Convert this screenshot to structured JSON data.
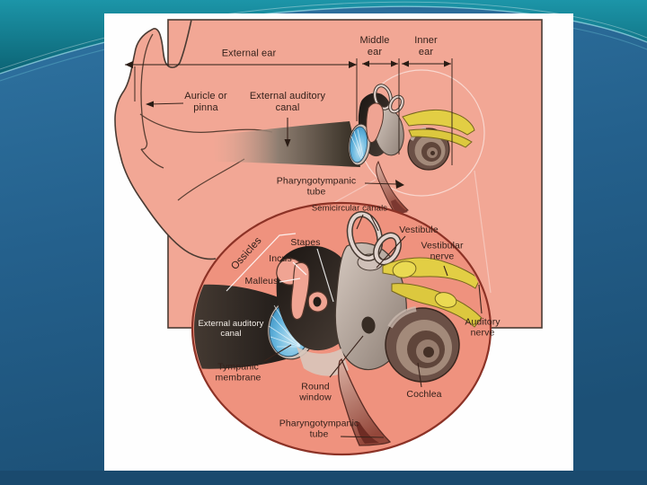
{
  "slide": {
    "type": "ear-anatomy-diagram",
    "colors": {
      "background_teal": "#1c95a8",
      "background_blue": "#2a6f9e",
      "background_blue_dark": "#1d5278",
      "footer_bar": "#1a4a6e",
      "panel_white": "#fefefe",
      "skin_pink": "#f2a795",
      "inset_pink": "#ef927e",
      "inset_border": "#8c3226",
      "outline_dark": "#4a3b33",
      "membrane_blue": "#4aa5d8",
      "nerve_yellow": "#e2ce44",
      "cochlea_brown": "#6b5046",
      "canal_dark": "#2b2522",
      "label_text": "#33201a"
    }
  },
  "labels": {
    "external_ear": "External ear",
    "middle_ear": "Middle\near",
    "inner_ear": "Inner\near",
    "auricle": "Auricle or\npinna",
    "external_auditory_canal": "External auditory\ncanal",
    "pharyngotympanic_tube": "Pharyngotympanic\ntube",
    "semicircular_canals": "Semicircular canals",
    "vestibule": "Vestibule",
    "vestibular_nerve": "Vestibular\nnerve",
    "ossicles": "Ossicles",
    "stapes": "Stapes",
    "incus": "Incus",
    "malleus": "Malleus",
    "external_auditory_canal_inset": "External auditory\ncanal",
    "auditory_nerve": "Auditory\nnerve",
    "tympanic_membrane": "Tympanic\nmembrane",
    "round_window": "Round\nwindow",
    "cochlea": "Cochlea",
    "pharyngotympanic_tube_inset": "Pharyngotympanic\ntube"
  }
}
